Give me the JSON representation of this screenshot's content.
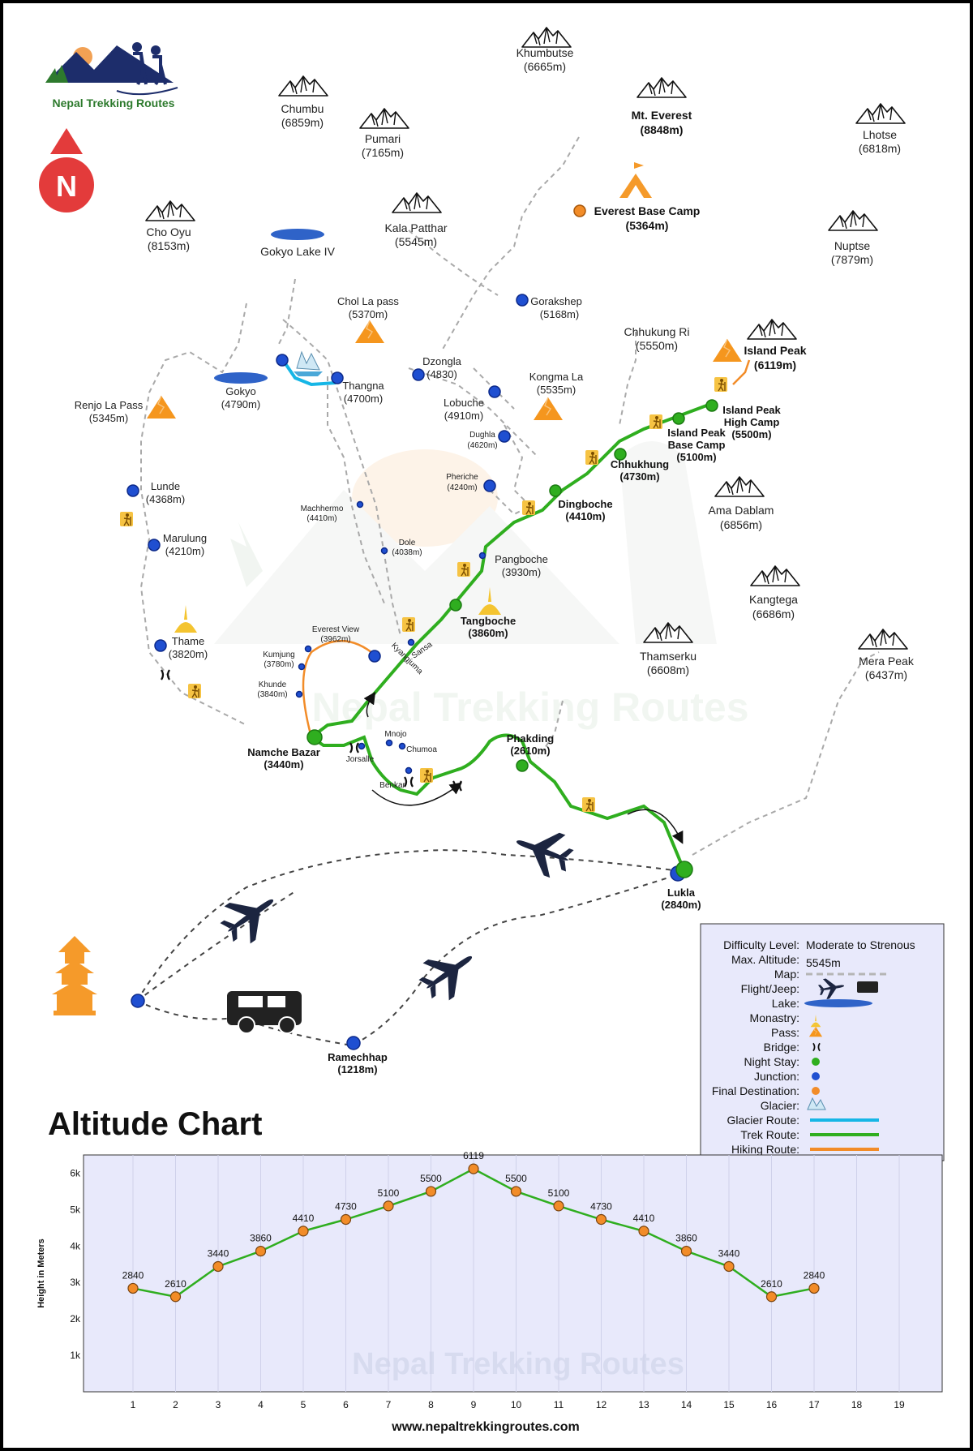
{
  "brand": {
    "name": "Nepal Trekking Routes",
    "north": "N"
  },
  "peaks": {
    "khumbutse": {
      "name": "Khumbutse",
      "alt": "(6665m)"
    },
    "chumbu": {
      "name": "Chumbu",
      "alt": "(6859m)"
    },
    "pumari": {
      "name": "Pumari",
      "alt": "(7165m)"
    },
    "everest": {
      "name": "Mt. Everest",
      "alt": "(8848m)"
    },
    "lhotse": {
      "name": "Lhotse",
      "alt": "(6818m)"
    },
    "choOyu": {
      "name": "Cho Oyu",
      "alt": "(8153m)"
    },
    "kalaPatthar": {
      "name": "Kala Patthar",
      "alt": "(5545m)"
    },
    "nuptse": {
      "name": "Nuptse",
      "alt": "(7879m)"
    },
    "chhukungRi": {
      "name": "Chhukung Ri",
      "alt": "(5550m)"
    },
    "islandPeak": {
      "name": "Island Peak",
      "alt": "(6119m)"
    },
    "amaDablam": {
      "name": "Ama Dablam",
      "alt": "(6856m)"
    },
    "kangtega": {
      "name": "Kangtega",
      "alt": "(6686m)"
    },
    "thamserku": {
      "name": "Thamserku",
      "alt": "(6608m)"
    },
    "meraPeak": {
      "name": "Mera Peak",
      "alt": "(6437m)"
    }
  },
  "places": {
    "ebc": {
      "name": "Everest Base Camp",
      "alt": "(5364m)"
    },
    "gokyoLake": {
      "name": "Gokyo Lake IV"
    },
    "gorakshep": {
      "name": "Gorakshep",
      "alt": "(5168m)"
    },
    "cholLa": {
      "name": "Chol La pass",
      "alt": "(5370m)"
    },
    "dzongla": {
      "name": "Dzongla",
      "alt": "(4830)"
    },
    "gokyo": {
      "name": "Gokyo",
      "alt": "(4790m)"
    },
    "thangna": {
      "name": "Thangna",
      "alt": "(4700m)"
    },
    "kongmaLa": {
      "name": "Kongma La",
      "alt": "(5535m)"
    },
    "lobuche": {
      "name": "Lobuche",
      "alt": "(4910m)"
    },
    "renjoLa": {
      "name": "Renjo La Pass",
      "alt": "(5345m)"
    },
    "dughla": {
      "name": "Dughla",
      "alt": "(4620m)"
    },
    "islandHigh": {
      "l1": "Island Peak",
      "l2": "High Camp",
      "alt": "(5500m)"
    },
    "islandBase": {
      "l1": "Island Peak",
      "l2": "Base Camp",
      "alt": "(5100m)"
    },
    "chhukhung": {
      "name": "Chhukhung",
      "alt": "(4730m)"
    },
    "pheriche": {
      "name": "Pheriche",
      "alt": "(4240m)"
    },
    "lunde": {
      "name": "Lunde",
      "alt": "(4368m)"
    },
    "dingboche": {
      "name": "Dingboche",
      "alt": "(4410m)"
    },
    "machhermo": {
      "name": "Machhermo",
      "alt": "(4410m)"
    },
    "marulung": {
      "name": "Marulung",
      "alt": "(4210m)"
    },
    "dole": {
      "name": "Dole",
      "alt": "(4038m)"
    },
    "pangboche": {
      "name": "Pangboche",
      "alt": "(3930m)"
    },
    "tangboche": {
      "name": "Tangboche",
      "alt": "(3860m)"
    },
    "thame": {
      "name": "Thame",
      "alt": "(3820m)"
    },
    "everestView": {
      "name": "Everest View",
      "alt": "(3962m)"
    },
    "kumjung": {
      "name": "Kumjung",
      "alt": "(3780m)"
    },
    "khunde": {
      "name": "Khunde",
      "alt": "(3840m)"
    },
    "sansa": {
      "name": "Sansa"
    },
    "kyangjuma": {
      "name": "Kyangjuma"
    },
    "namche": {
      "name": "Namche Bazar",
      "alt": "(3440m)"
    },
    "mnojo": {
      "name": "Mnojo"
    },
    "chumoa": {
      "name": "Chumoa"
    },
    "jorsalle": {
      "name": "Jorsalle"
    },
    "benkar": {
      "name": "Benkar"
    },
    "phakding": {
      "name": "Phakding",
      "alt": "(2610m)"
    },
    "lukla": {
      "name": "Lukla",
      "alt": "(2840m)"
    },
    "ramechhap": {
      "name": "Ramechhap",
      "alt": "(1218m)"
    }
  },
  "legend": {
    "difficulty_label": "Difficulty Level:",
    "difficulty_value": "Moderate to Strenous",
    "maxalt_label": "Max. Altitude:",
    "maxalt_value": "5545m",
    "map": "Map:",
    "flight": "Flight/Jeep:",
    "lake": "Lake:",
    "monastry": "Monastry:",
    "pass": "Pass:",
    "bridge": "Bridge:",
    "night": "Night Stay:",
    "junction": "Junction:",
    "final": "Final Destination:",
    "glacier": "Glacier:",
    "glacierRoute": "Glacier Route:",
    "trekRoute": "Trek Route:",
    "hikingRoute": "Hiking Route:"
  },
  "colors": {
    "trek": "#2fae1f",
    "hiking": "#f28c28",
    "glacier": "#16b6e6",
    "junction": "#1f4fd1",
    "night": "#2fae1f",
    "final": "#f28c28",
    "plane": "#1c2540",
    "chartBg": "#e8e9fb"
  },
  "chart_data": {
    "type": "line",
    "title": "Altitude Chart",
    "ylabel": "Height in Meters",
    "xlabel": "",
    "x": [
      1,
      2,
      3,
      4,
      5,
      6,
      7,
      8,
      9,
      10,
      11,
      12,
      13,
      14,
      15,
      16,
      17
    ],
    "x_ticks": [
      "1",
      "2",
      "3",
      "4",
      "5",
      "6",
      "7",
      "8",
      "9",
      "10",
      "11",
      "12",
      "13",
      "14",
      "15",
      "16",
      "17",
      "18",
      "19"
    ],
    "values": [
      2840,
      2610,
      3440,
      3860,
      4410,
      4730,
      5100,
      5500,
      6119,
      5500,
      5100,
      4730,
      4410,
      3860,
      3440,
      2610,
      2840
    ],
    "y_ticks": [
      "1k",
      "2k",
      "3k",
      "4k",
      "5k",
      "6k"
    ],
    "ylim": [
      0,
      6500
    ],
    "grid": "vertical",
    "watermark": "Nepal Trekking Routes"
  },
  "footer": {
    "url": "www.nepaltrekkingroutes.com"
  }
}
